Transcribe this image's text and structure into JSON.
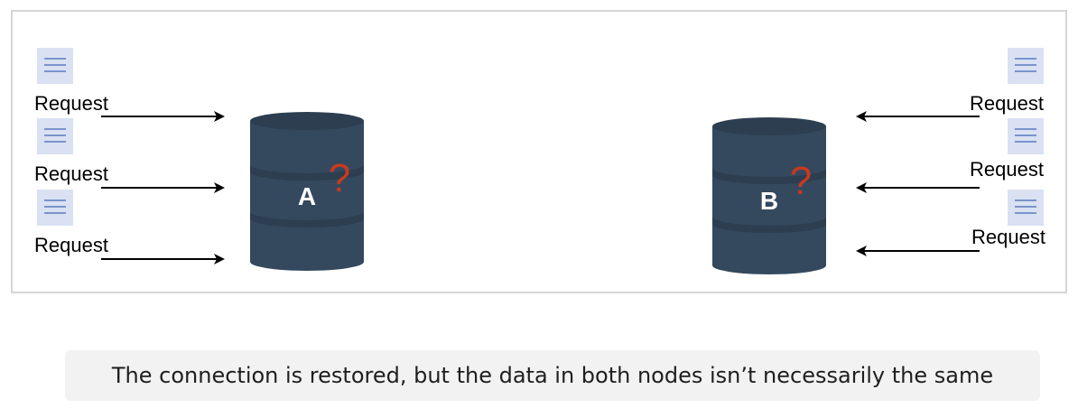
{
  "caption": "The connection is restored, but the data in both nodes isn’t necessarily the same",
  "left_requests": [
    "Request",
    "Request",
    "Request"
  ],
  "right_requests": [
    "Request",
    "Request",
    "Request"
  ],
  "node_a": {
    "label": "A",
    "mark": "?"
  },
  "node_b": {
    "label": "B",
    "mark": "?"
  },
  "colors": {
    "db_body": "#34495e",
    "db_band": "#2c3e50",
    "db_top": "#3d566e",
    "doc_bg": "#d9e1f2",
    "doc_line": "#5b7bc0",
    "question": "#c8391f",
    "arrow": "#000000"
  },
  "icons": [
    "document-icon",
    "database-icon",
    "arrow-icon"
  ]
}
